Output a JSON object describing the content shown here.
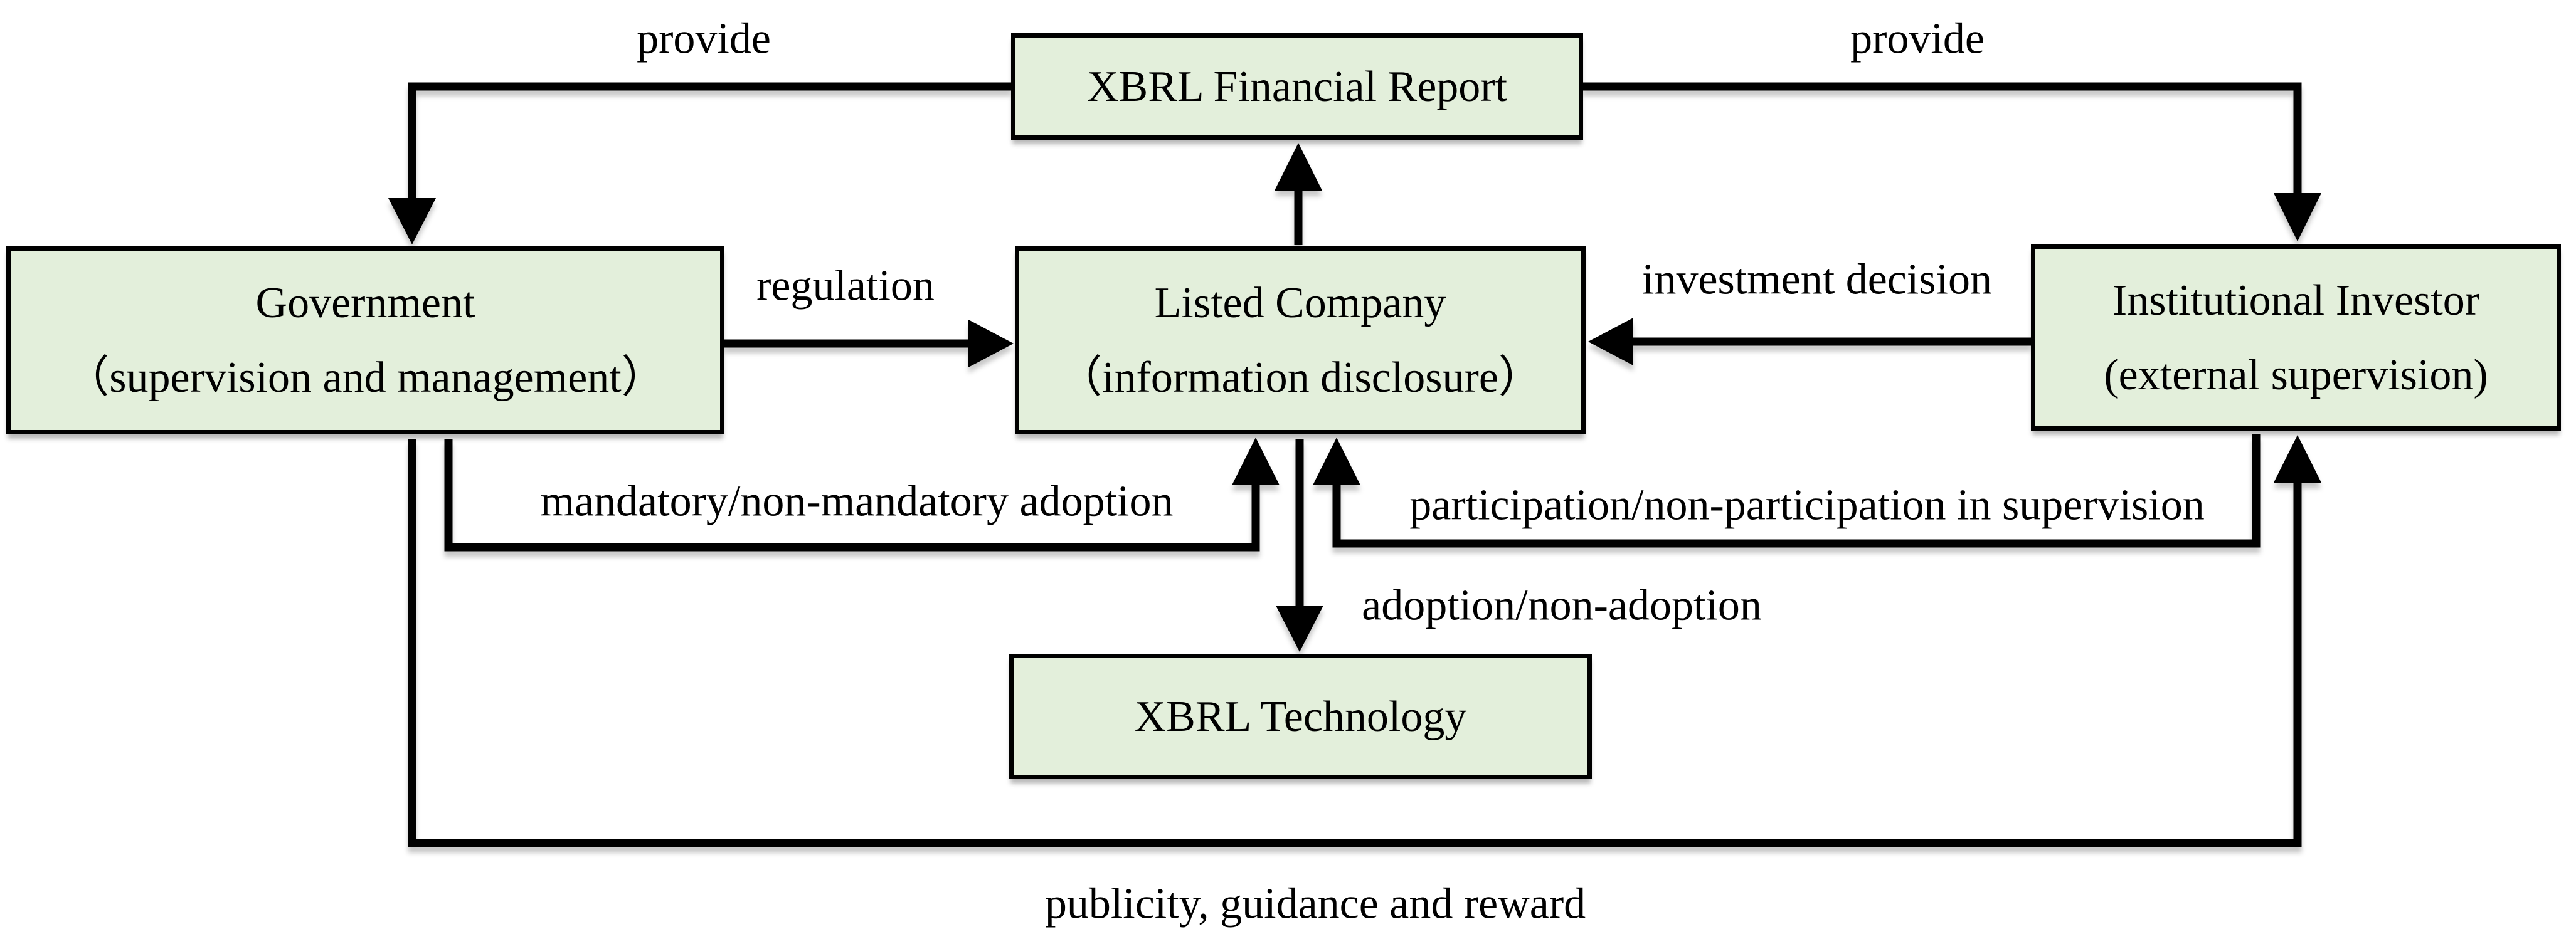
{
  "figure": {
    "background_color": "#ffffff",
    "node_fill_color": "#e3efdb",
    "node_border_color": "#000000",
    "line_color": "#000000",
    "text_color": "#000000",
    "nodes": {
      "report": {
        "title": "XBRL Financial Report"
      },
      "government": {
        "title": "Government",
        "subtitle": "（supervision and management）"
      },
      "listed_company": {
        "title": "Listed Company",
        "subtitle": "（information disclosure）"
      },
      "investor": {
        "title": "Institutional Investor",
        "subtitle": "(external supervision)"
      },
      "technology": {
        "title": "XBRL Technology"
      }
    },
    "edge_labels": {
      "provide_left": "provide",
      "provide_right": "provide",
      "regulation": "regulation",
      "investment_decision": "investment decision",
      "mandatory_adoption": "mandatory/non-mandatory adoption",
      "participation_supervision": "participation/non-participation in supervision",
      "adoption_non_adoption": "adoption/non-adoption",
      "publicity_guidance_reward": "publicity, guidance and reward"
    }
  }
}
